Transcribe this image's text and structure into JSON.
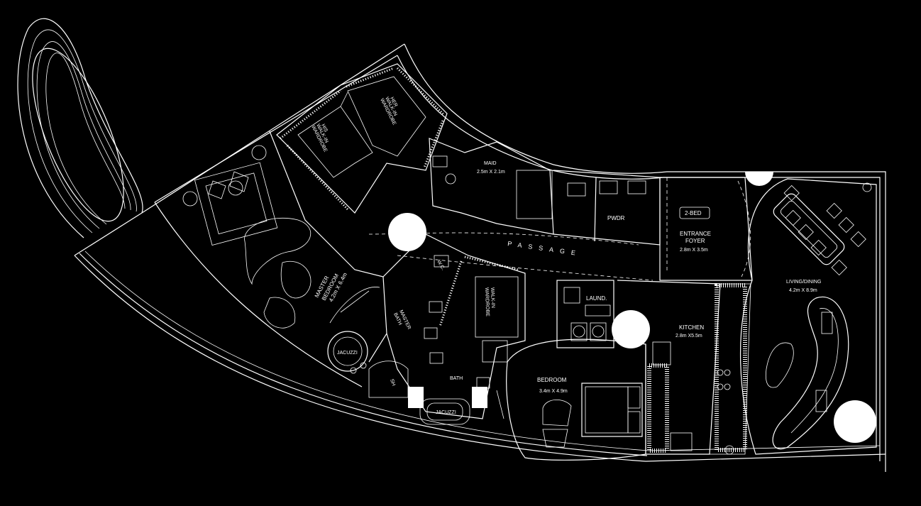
{
  "rooms": {
    "his_wardrobe": {
      "name": "HIS",
      "sub": "WALK-IN",
      "sub2": "WARDROBE"
    },
    "her_wardrobe": {
      "name": "HER",
      "sub": "WALK-IN",
      "sub2": "WARDROBE"
    },
    "maid": {
      "name": "MAID",
      "size": "2.5m X 2.1m"
    },
    "pwdr": {
      "name": "PWDR"
    },
    "bed_tag": {
      "name": "2-BED"
    },
    "entrance": {
      "name": "ENTRANCE",
      "name2": "FOYER",
      "size": "2.8m X 3.5m"
    },
    "passage": {
      "name": "PASSAGE"
    },
    "wc": {
      "name": "W.C."
    },
    "laund": {
      "name": "LAUND."
    },
    "master_bedroom": {
      "name": "MASTER",
      "name2": "BEDROOM",
      "size": "4.2m X 6.4m"
    },
    "master_bath": {
      "name": "MASTER",
      "name2": "BATH"
    },
    "walkin_wardrobe": {
      "name": "WALK-IN",
      "name2": "WARDROBE"
    },
    "kitchen": {
      "name": "KITCHEN",
      "size": "2.8m X5.5m"
    },
    "living": {
      "name": "LIVING/DINING",
      "size": "4.2m X 8.9m"
    },
    "jacuzzi_master": {
      "name": "JACUZZI"
    },
    "sh": {
      "name": "SH"
    },
    "bath": {
      "name": "BATH"
    },
    "jacuzzi_bath": {
      "name": "JACUZZI"
    },
    "bedroom": {
      "name": "BEDROOM",
      "size": "3.4m X 4.9m"
    }
  },
  "colors": {
    "background": "#000000",
    "line": "#ffffff"
  }
}
